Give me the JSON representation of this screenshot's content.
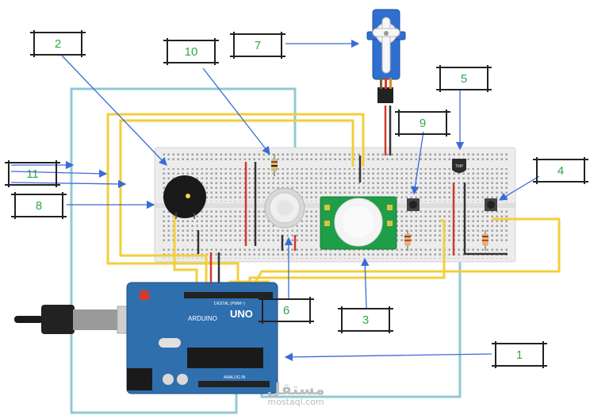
{
  "callouts": [
    {
      "id": "label-1",
      "text": "1"
    },
    {
      "id": "label-2",
      "text": "2"
    },
    {
      "id": "label-3",
      "text": "3"
    },
    {
      "id": "label-4",
      "text": "4"
    },
    {
      "id": "label-5",
      "text": "5"
    },
    {
      "id": "label-6",
      "text": "6"
    },
    {
      "id": "label-7",
      "text": "7"
    },
    {
      "id": "label-8",
      "text": "8"
    },
    {
      "id": "label-9",
      "text": "9"
    },
    {
      "id": "label-10",
      "text": "10"
    },
    {
      "id": "label-11",
      "text": "11"
    }
  ],
  "board": {
    "brand": "ARDUINO",
    "model": "UNO",
    "digital_header": "DIGITAL (PWM~)",
    "analog_header": "ANALOG IN",
    "sensor_tag": "TMP"
  },
  "watermark": {
    "arabic": "مستقل",
    "latin": "mostaql.com"
  },
  "colors": {
    "board_blue": "#2f6fae",
    "wire_yellow": "#f2cf3c",
    "wire_blue": "#8fc9d6",
    "wire_red": "#d23a2a",
    "wire_black": "#333333",
    "pir_green": "#1f9e48",
    "label_green": "#2fa84a",
    "arrow_blue": "#3a6bd8"
  }
}
